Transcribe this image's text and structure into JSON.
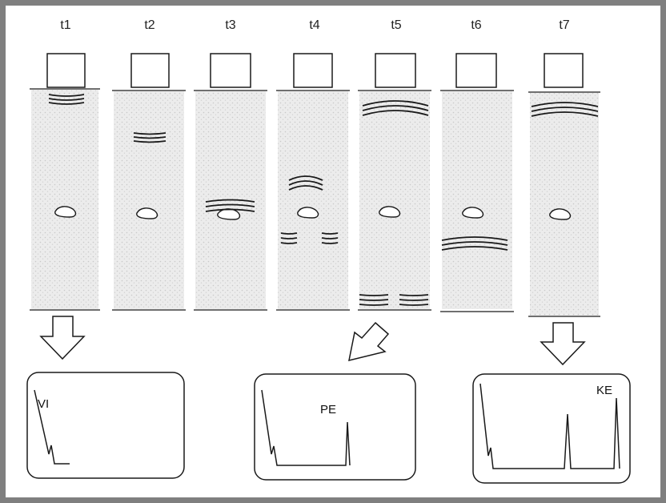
{
  "figure": {
    "time_labels": [
      "t1",
      "t2",
      "t3",
      "t4",
      "t5",
      "t6",
      "t7"
    ],
    "screens": [
      {
        "label": "VI"
      },
      {
        "label": "PE"
      },
      {
        "label": "KE"
      }
    ]
  },
  "colors": {
    "frame": "#7f7f7f",
    "ink": "#1a1a1a",
    "tissue": "#e3e3e3"
  }
}
